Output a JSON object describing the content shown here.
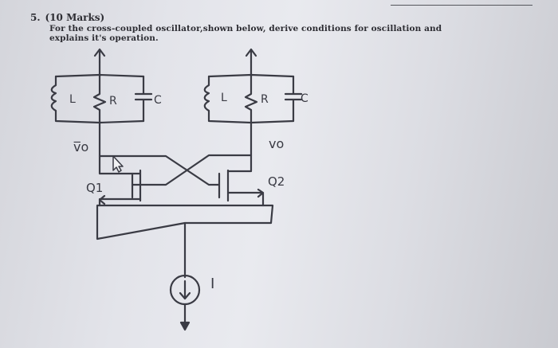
{
  "question": {
    "number": "5.",
    "marks": "(10 Marks)",
    "line1": "For the cross-coupled oscillator,shown below, derive conditions for oscillation and",
    "line2": "explains it's operation."
  },
  "labels": {
    "inductor_left": "L",
    "resistor_left": "R",
    "capacitor_left": "C",
    "inductor_right": "L",
    "resistor_right": "R",
    "capacitor_right": "C",
    "vout_left": "v̅o",
    "vout_right": "vo",
    "q1": "Q1",
    "q2": "Q2",
    "current_source": "I"
  },
  "colors": {
    "ink": "#2d2d35",
    "pen": "#3a3b44",
    "paper": "#e6e7ec"
  }
}
